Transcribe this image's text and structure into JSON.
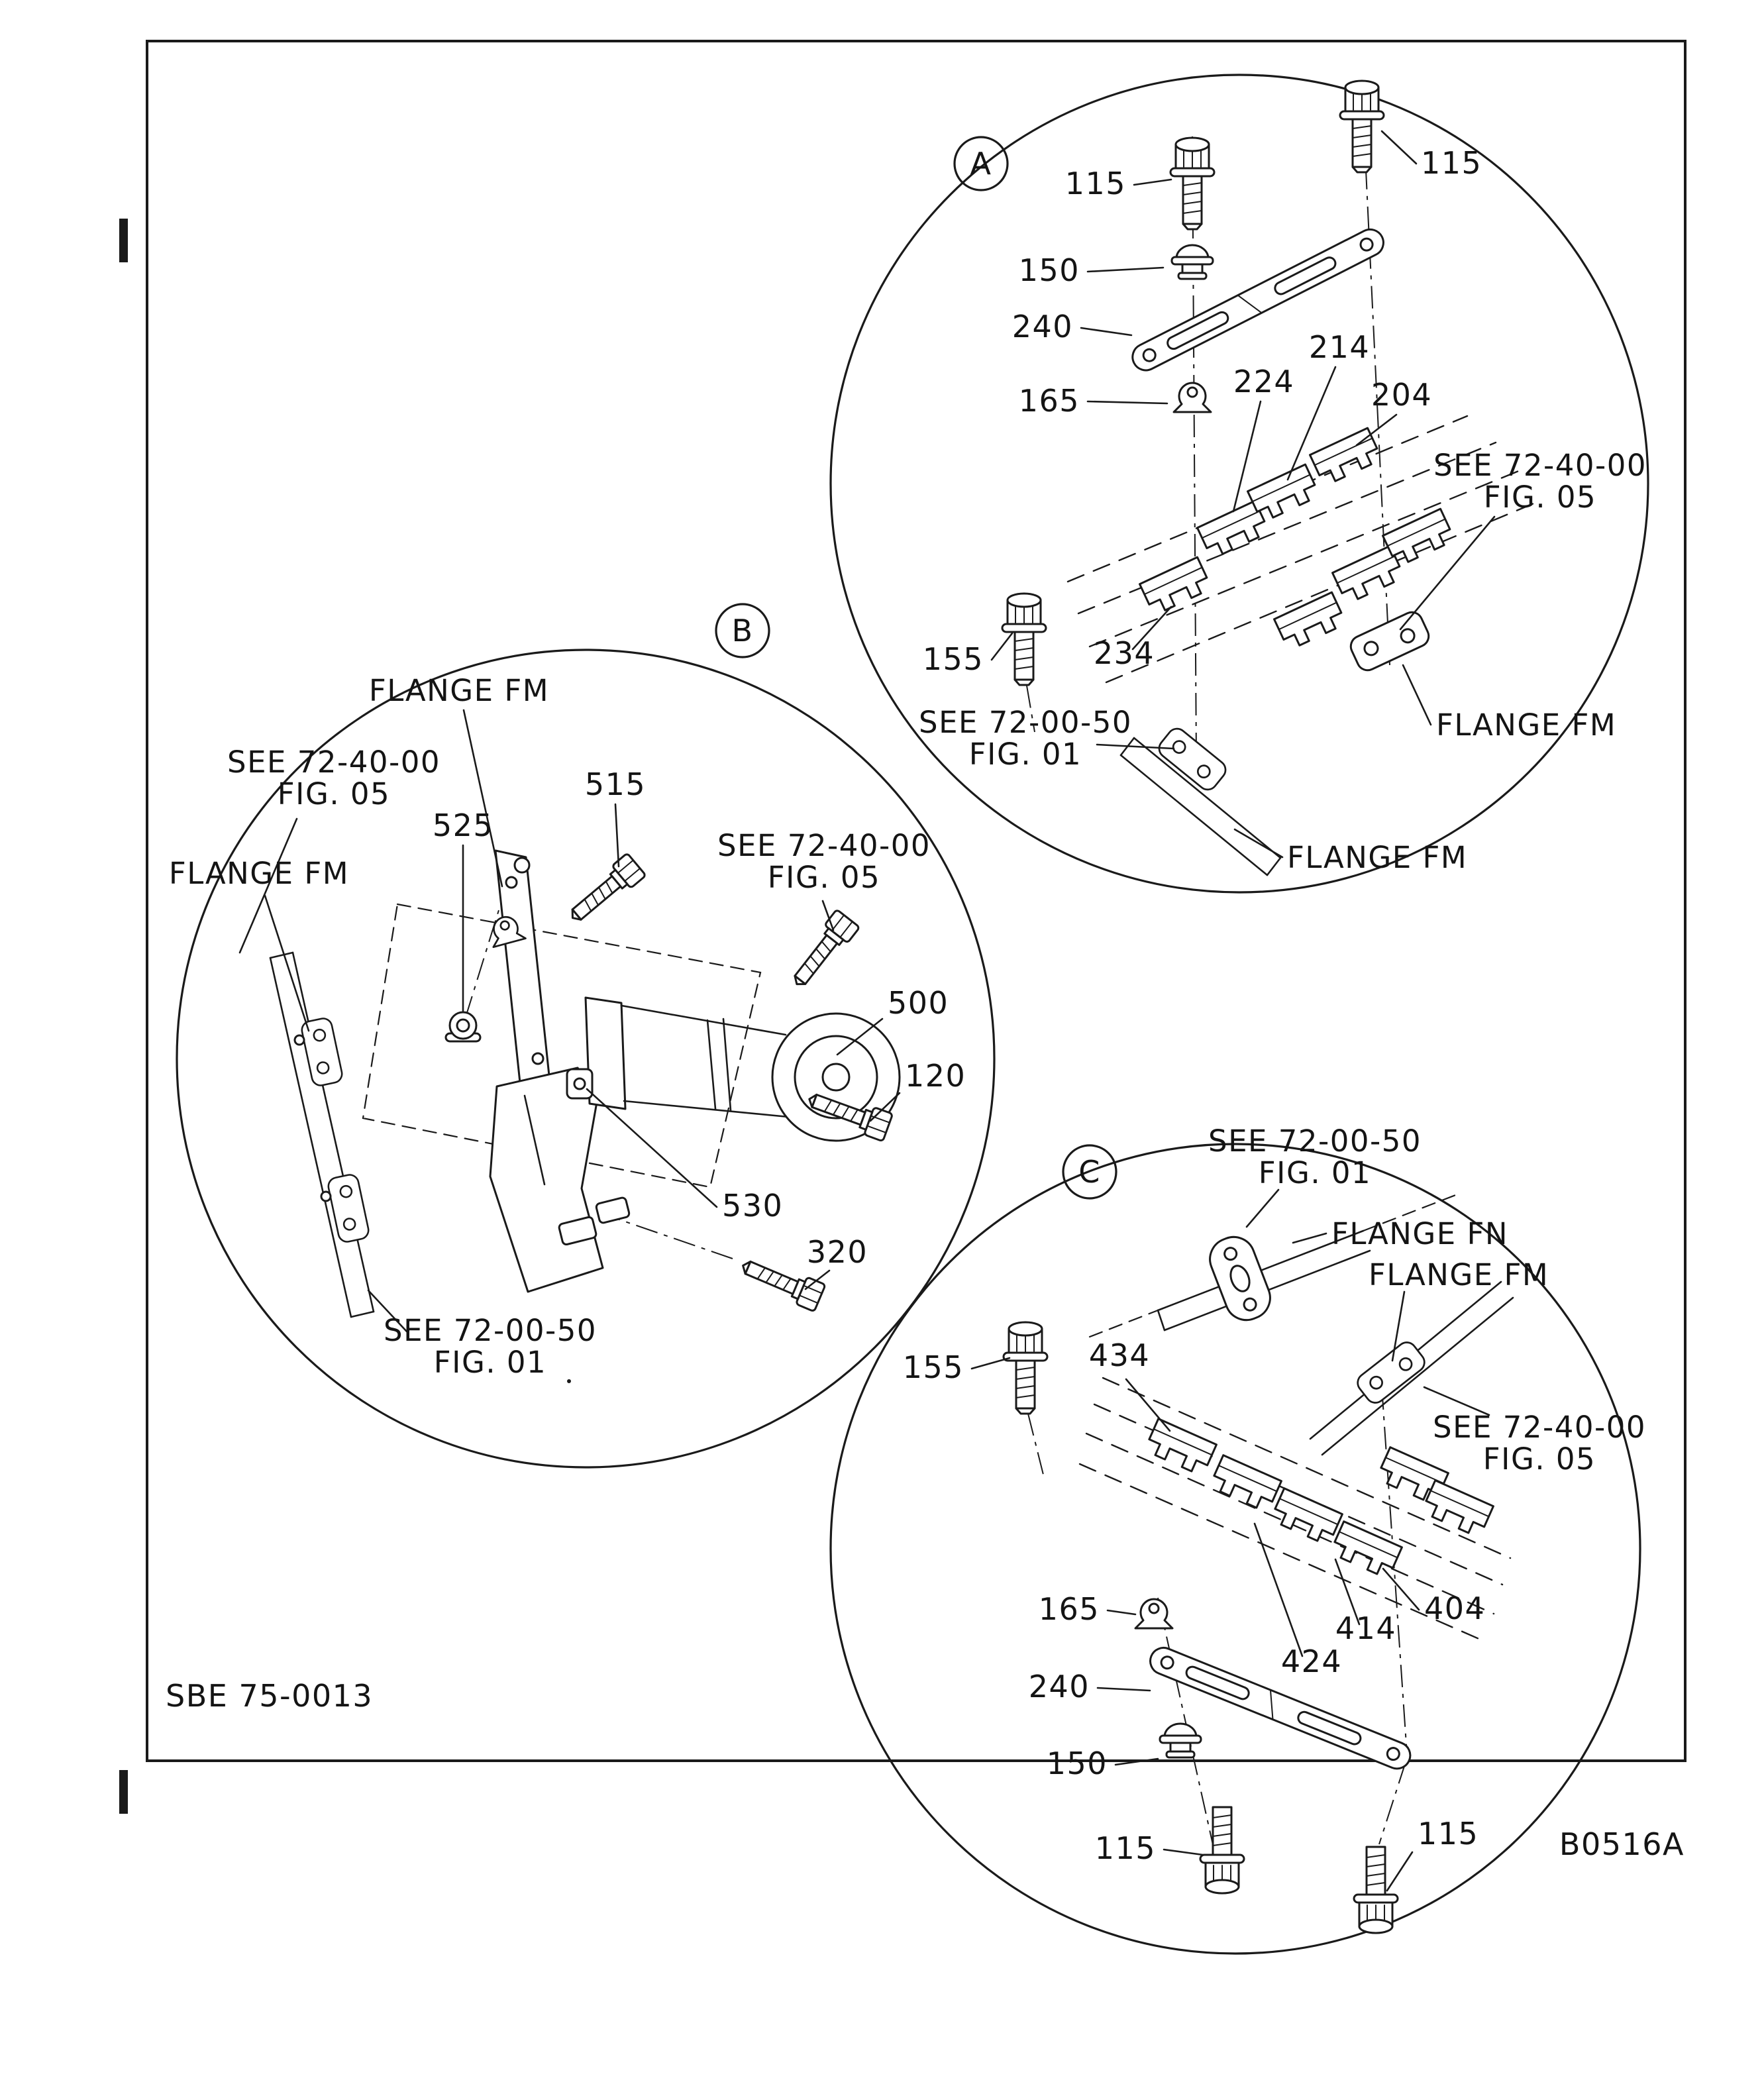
{
  "page": {
    "figure_code": "SBE 75-0013",
    "plate_code": "B0516A"
  },
  "detail_views": {
    "a": {
      "label": "A",
      "callouts": {
        "bolt_115_left": "115",
        "bolt_115_right": "115",
        "cushion_150": "150",
        "bracket_240": "240",
        "clamp_165": "165",
        "clip_224": "224",
        "clip_214": "214",
        "clip_204": "204",
        "bolt_155": "155",
        "clip_234": "234",
        "flange_fm_right": "FLANGE FM",
        "flange_fm_bottom": "FLANGE FM",
        "see_72_40_00": "SEE 72-40-00",
        "see_72_40_00_fig": "FIG. 05",
        "see_72_00_50": "SEE 72-00-50",
        "see_72_00_50_fig": "FIG. 01"
      }
    },
    "b": {
      "label": "B",
      "callouts": {
        "flange_fm_top": "FLANGE FM",
        "flange_fm_left": "FLANGE FM",
        "see_72_40_00_left": "SEE 72-40-00",
        "see_72_40_00_left_fig": "FIG. 05",
        "see_72_40_00_right": "SEE 72-40-00",
        "see_72_40_00_right_fig": "FIG. 05",
        "see_72_00_50": "SEE 72-00-50",
        "see_72_00_50_fig": "FIG. 01",
        "nut_525": "525",
        "bolt_515": "515",
        "pipe_500": "500",
        "bolt_120": "120",
        "bracket_530": "530",
        "bolt_320": "320"
      }
    },
    "c": {
      "label": "C",
      "callouts": {
        "see_72_00_50": "SEE 72-00-50",
        "see_72_00_50_fig": "FIG. 01",
        "flange_fn": "FLANGE FN",
        "flange_fm": "FLANGE FM",
        "see_72_40_00": "SEE 72-40-00",
        "see_72_40_00_fig": "FIG. 05",
        "bolt_155": "155",
        "clip_434": "434",
        "clip_404": "404",
        "clip_414": "414",
        "clip_424": "424",
        "clamp_165": "165",
        "bracket_240": "240",
        "cushion_150": "150",
        "bolt_115_left": "115",
        "bolt_115_right": "115"
      }
    }
  }
}
